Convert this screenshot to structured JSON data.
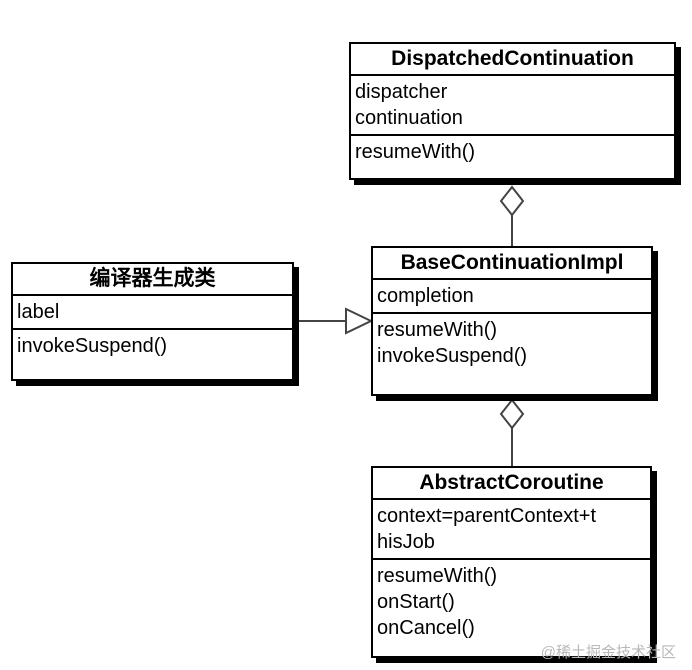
{
  "classes": {
    "dispatched": {
      "name": "DispatchedContinuation",
      "attributes": [
        "dispatcher",
        "continuation"
      ],
      "methods": [
        "resumeWith()"
      ]
    },
    "generated": {
      "name": "编译器生成类",
      "attributes": [
        "label"
      ],
      "methods": [
        "invokeSuspend()"
      ]
    },
    "base": {
      "name": "BaseContinuationImpl",
      "attributes": [
        "completion"
      ],
      "methods": [
        "resumeWith()",
        "invokeSuspend()"
      ]
    },
    "abstract": {
      "name": "AbstractCoroutine",
      "attributes": [
        "context=parentContext+t",
        "hisJob"
      ],
      "methods": [
        "resumeWith()",
        "onStart()",
        "onCancel()"
      ]
    }
  },
  "watermark": {
    "brand": "@稀土掘金技术社区"
  },
  "colors": {
    "line": "#000000",
    "connector": "#444444",
    "watermark": "#b8b8b8"
  }
}
